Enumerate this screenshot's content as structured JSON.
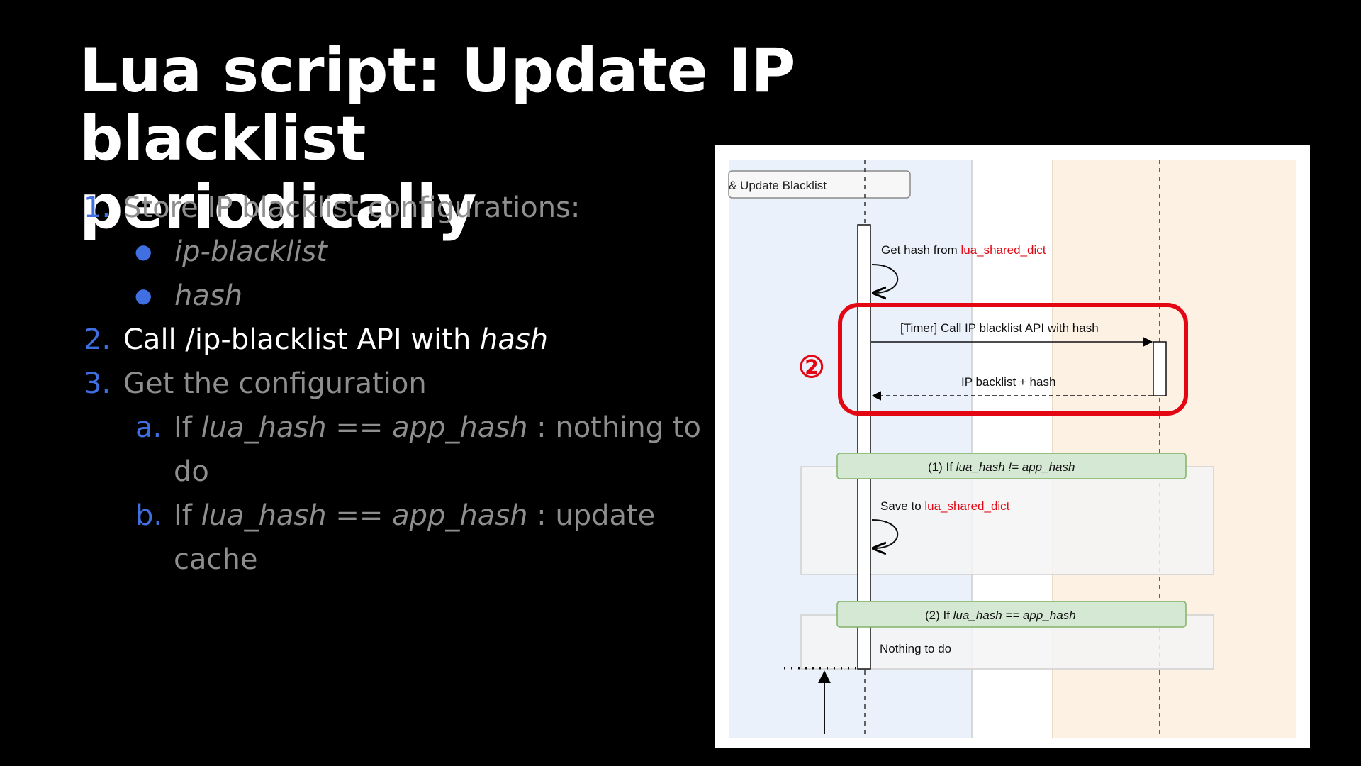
{
  "slide": {
    "title_line1": "Lua script: Update IP blacklist",
    "title_line2": "periodically"
  },
  "steps": {
    "s1": {
      "num": "1.",
      "text": "Store IP blacklist configurations:"
    },
    "s1_bullets": [
      "ip-blacklist",
      "hash"
    ],
    "s2": {
      "num": "2.",
      "text_pre": "Call /ip-blacklist API with ",
      "text_em": "hash"
    },
    "s3": {
      "num": "3.",
      "text": "Get the configuration"
    },
    "s3a": {
      "num": "a.",
      "pre": "If ",
      "em": "lua_hash == app_hash",
      "post": " : nothing to",
      "cont": "do"
    },
    "s3b": {
      "num": "b.",
      "pre": "If ",
      "em": "lua_hash == app_hash",
      "post": " : update",
      "cont": "cache"
    }
  },
  "diagram": {
    "box_label": "& Update Blacklist",
    "msg1_pre": "Get hash from ",
    "msg1_red": "lua_shared_dict",
    "msg2": "[Timer] Call IP blacklist API with hash",
    "msg3": "IP backlist + hash",
    "marker": "②",
    "cond1_pre": "(1) If ",
    "cond1_em": "lua_hash != app_hash",
    "save_pre": "Save to ",
    "save_red": "lua_shared_dict",
    "cond2_pre": "(2) If ",
    "cond2_em": "lua_hash == app_hash",
    "nothing": "Nothing to do"
  },
  "colors": {
    "accent_blue": "#3f6fe0",
    "dim_text": "#8e8e8e",
    "highlight_red": "#e30613",
    "lane_blue": "#eaf1fb",
    "lane_orange": "#fdf1e3",
    "cond_green": "#d5e8d4"
  }
}
